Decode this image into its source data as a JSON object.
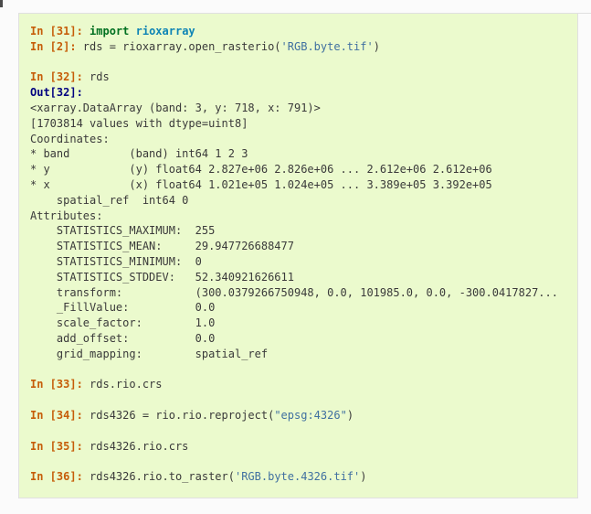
{
  "page": {
    "background": "#fbfbfb"
  },
  "code_block": {
    "background": "#ebfacd",
    "border_color": "#e0e0e0",
    "colors": {
      "prompt_in": "#c65d09",
      "prompt_out": "#000080",
      "keyword": "#007020",
      "module": "#0e84b5",
      "string": "#4070a0",
      "text": "#3a3a3a"
    },
    "lines": [
      {
        "segments": [
          {
            "t": "In [31]: ",
            "c": "prompt_in",
            "b": true
          },
          {
            "t": "import",
            "c": "keyword",
            "b": true
          },
          {
            "t": " ",
            "c": "text"
          },
          {
            "t": "rioxarray",
            "c": "module",
            "b": true
          }
        ]
      },
      {
        "segments": [
          {
            "t": "In [2]: ",
            "c": "prompt_in",
            "b": true
          },
          {
            "t": "rds = rioxarray.open_rasterio(",
            "c": "text"
          },
          {
            "t": "'RGB.byte.tif'",
            "c": "string"
          },
          {
            "t": ")",
            "c": "text"
          }
        ]
      },
      {
        "segments": []
      },
      {
        "segments": [
          {
            "t": "In [32]: ",
            "c": "prompt_in",
            "b": true
          },
          {
            "t": "rds",
            "c": "text"
          }
        ]
      },
      {
        "segments": [
          {
            "t": "Out[32]:",
            "c": "prompt_out",
            "b": true
          }
        ]
      },
      {
        "segments": [
          {
            "t": "<xarray.DataArray (band: 3, y: 718, x: 791)>",
            "c": "text"
          }
        ]
      },
      {
        "segments": [
          {
            "t": "[1703814 values with dtype=uint8]",
            "c": "text"
          }
        ]
      },
      {
        "segments": [
          {
            "t": "Coordinates:",
            "c": "text"
          }
        ]
      },
      {
        "segments": [
          {
            "t": "* band         (band) int64 1 2 3",
            "c": "text"
          }
        ]
      },
      {
        "segments": [
          {
            "t": "* y            (y) float64 2.827e+06 2.826e+06 ... 2.612e+06 2.612e+06",
            "c": "text"
          }
        ]
      },
      {
        "segments": [
          {
            "t": "* x            (x) float64 1.021e+05 1.024e+05 ... 3.389e+05 3.392e+05",
            "c": "text"
          }
        ]
      },
      {
        "segments": [
          {
            "t": "    spatial_ref  int64 0",
            "c": "text"
          }
        ]
      },
      {
        "segments": [
          {
            "t": "Attributes:",
            "c": "text"
          }
        ]
      },
      {
        "segments": [
          {
            "t": "    STATISTICS_MAXIMUM:  255",
            "c": "text"
          }
        ]
      },
      {
        "segments": [
          {
            "t": "    STATISTICS_MEAN:     29.947726688477",
            "c": "text"
          }
        ]
      },
      {
        "segments": [
          {
            "t": "    STATISTICS_MINIMUM:  0",
            "c": "text"
          }
        ]
      },
      {
        "segments": [
          {
            "t": "    STATISTICS_STDDEV:   52.340921626611",
            "c": "text"
          }
        ]
      },
      {
        "segments": [
          {
            "t": "    transform:           (300.0379266750948, 0.0, 101985.0, 0.0, -300.0417827...",
            "c": "text"
          }
        ]
      },
      {
        "segments": [
          {
            "t": "    _FillValue:          0.0",
            "c": "text"
          }
        ]
      },
      {
        "segments": [
          {
            "t": "    scale_factor:        1.0",
            "c": "text"
          }
        ]
      },
      {
        "segments": [
          {
            "t": "    add_offset:          0.0",
            "c": "text"
          }
        ]
      },
      {
        "segments": [
          {
            "t": "    grid_mapping:        spatial_ref",
            "c": "text"
          }
        ]
      },
      {
        "segments": []
      },
      {
        "segments": [
          {
            "t": "In [33]: ",
            "c": "prompt_in",
            "b": true
          },
          {
            "t": "rds.rio.crs",
            "c": "text"
          }
        ]
      },
      {
        "segments": []
      },
      {
        "segments": [
          {
            "t": "In [34]: ",
            "c": "prompt_in",
            "b": true
          },
          {
            "t": "rds4326 = rio.rio.reproject(",
            "c": "text"
          },
          {
            "t": "\"epsg:4326\"",
            "c": "string"
          },
          {
            "t": ")",
            "c": "text"
          }
        ]
      },
      {
        "segments": []
      },
      {
        "segments": [
          {
            "t": "In [35]: ",
            "c": "prompt_in",
            "b": true
          },
          {
            "t": "rds4326.rio.crs",
            "c": "text"
          }
        ]
      },
      {
        "segments": []
      },
      {
        "segments": [
          {
            "t": "In [36]: ",
            "c": "prompt_in",
            "b": true
          },
          {
            "t": "rds4326.rio.to_raster(",
            "c": "text"
          },
          {
            "t": "'RGB.byte.4326.tif'",
            "c": "string"
          },
          {
            "t": ")",
            "c": "text"
          }
        ]
      }
    ]
  }
}
